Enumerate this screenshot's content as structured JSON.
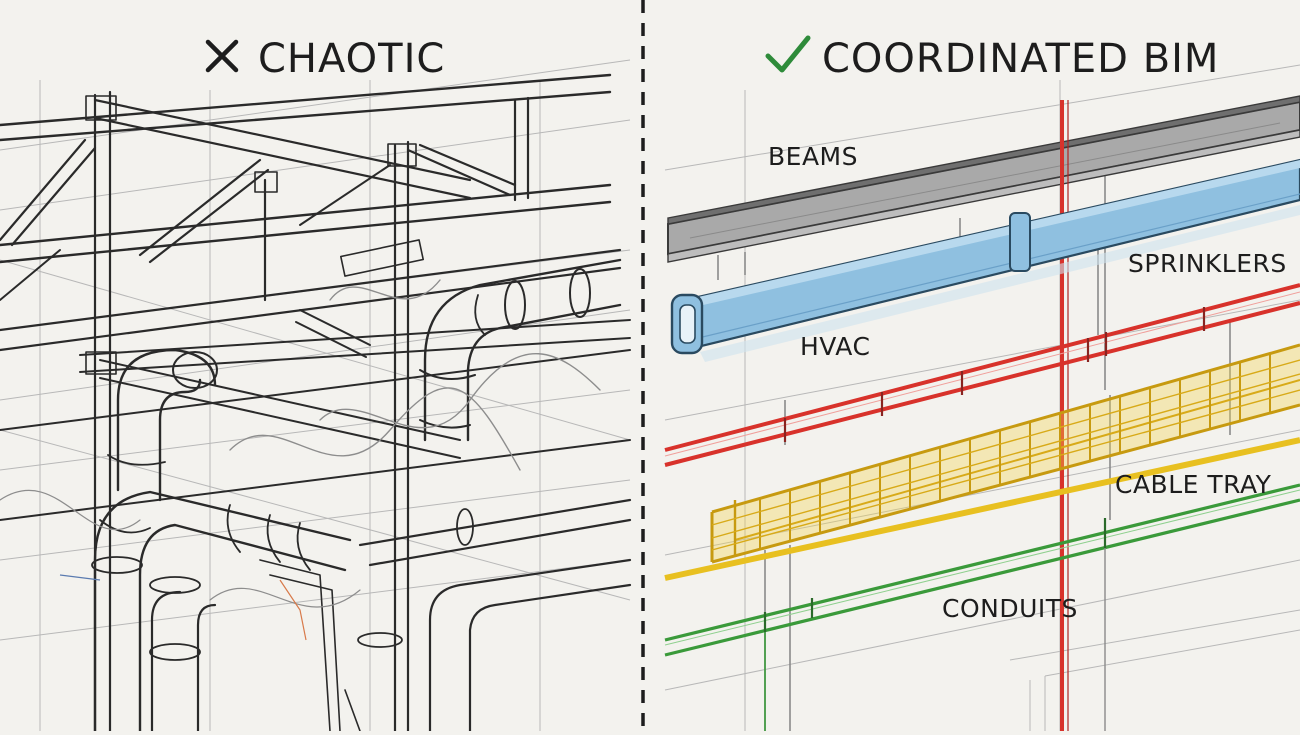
{
  "left_panel": {
    "title": "CHAOTIC",
    "icon": "x-icon"
  },
  "right_panel": {
    "title": "COORDINATED BIM",
    "icon": "check-icon",
    "labels": {
      "beams": "BEAMS",
      "sprinklers": "SPRINKLERS",
      "hvac": "HVAC",
      "cable_tray": "CABLE TRAY",
      "conduits": "CONDUITS"
    }
  },
  "colors": {
    "background": "#f3f2ee",
    "ink": "#1d1d1d",
    "check": "#2e8b3a",
    "beam": "#9a9a9a",
    "hvac": "#8fc0e0",
    "sprinkler": "#d8322b",
    "cable_tray": "#e8c020",
    "conduit": "#3a9a3a"
  }
}
